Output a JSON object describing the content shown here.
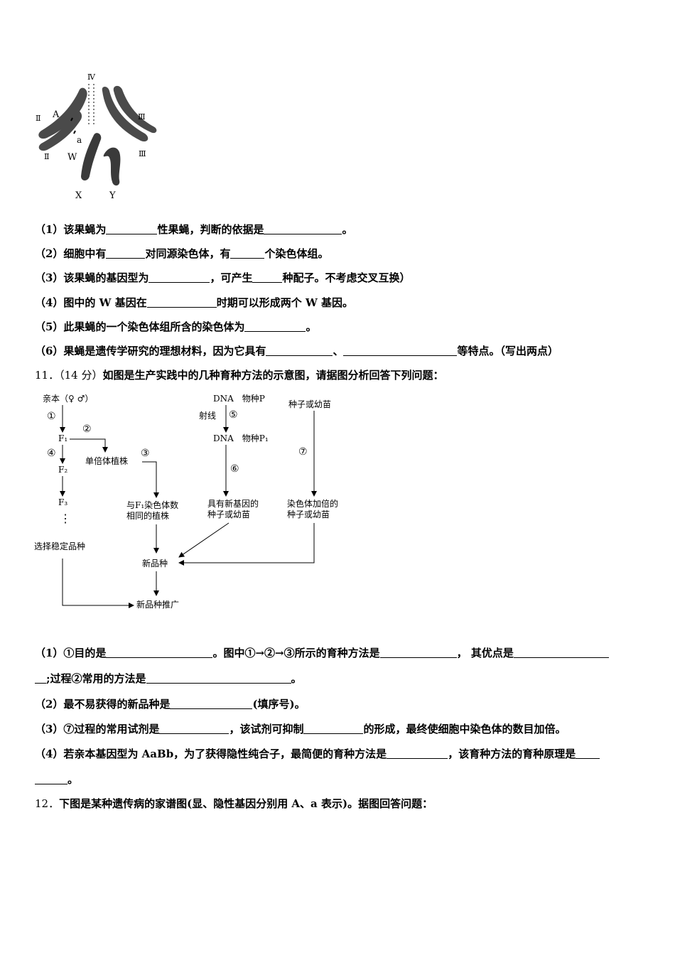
{
  "chromosome_figure": {
    "labels": {
      "iv": "Ⅳ",
      "ii_top": "Ⅱ",
      "a_upper": "A",
      "iii_top": "Ⅲ",
      "a_lower": "a",
      "ii_bottom": "Ⅱ",
      "w": "W",
      "iii_bottom": "Ⅲ",
      "x": "X",
      "y": "Y"
    }
  },
  "q10": {
    "s1": {
      "a": "（1）该果蝇为",
      "b": "性果蝇，判断的依据是",
      "c": "。"
    },
    "s2": {
      "a": "（2）细胞中有",
      "b": "对同源染色体，有",
      "c": "个染色体组。"
    },
    "s3": {
      "a": "（3）该果蝇的基因型为",
      "b": "，可产生",
      "c": "种配子。不考虑交叉互换）"
    },
    "s4": {
      "a": "（4）图中的 W 基因在",
      "b": "时期可以形成两个 W 基因。"
    },
    "s5": {
      "a": "（5）此果蝇的一个染色体组所含的染色体为",
      "b": "。"
    },
    "s6": {
      "a": "（6）果蝇是遗传学研究的理想材料，因为它具有",
      "b": "、",
      "c": "等特点。（写出两点）"
    }
  },
  "q11": {
    "number": "11．（14 分）",
    "stem": "如图是生产实践中的几种育种方法的示意图，请据图分析回答下列问题：",
    "diagram": {
      "parent": "亲本（♀ ♂）",
      "c1": "①",
      "c2": "②",
      "c3": "③",
      "c4": "④",
      "c5": "⑤",
      "c6": "⑥",
      "c7": "⑦",
      "f1": "F₁",
      "f2": "F₂",
      "f3": "F₃",
      "dots": "⋮",
      "haploid": "单倍体植株",
      "same_as_f1": "与F₁染色体数\n相同的植株",
      "select_stable": "选择稳定品种",
      "new_variety": "新品种",
      "promote": "新品种推广",
      "dna_p": "DNA　物种P",
      "ray": "射线",
      "dna_p1": "DNA　物种P₁",
      "new_gene": "具有新基因的\n种子或幼苗",
      "seed": "种子或幼苗",
      "doubled": "染色体加倍的\n种子或幼苗"
    },
    "s1": {
      "a": "（1）①目的是",
      "b": "。图中①→②→③所示的育种方法是",
      "c": "，  其优点是",
      "d": ";过程②常用的方法是",
      "e": "。"
    },
    "s2": {
      "a": "（2）最不易获得的新品种是",
      "b": "(填序号)。"
    },
    "s3": {
      "a": "（3）⑦过程的常用试剂是",
      "b": "，该试剂可抑制",
      "c": "的形成，最终使细胞中染色体的数目加倍。"
    },
    "s4": {
      "a": "（4）若亲本基因型为 AaBb，为了获得隐性纯合子，最简便的育种方法是",
      "b": "，该育种方法的育种原理是",
      "c": "。"
    }
  },
  "q12": {
    "number": "12．",
    "stem": "下图是某种遗传病的家谱图(显、隐性基因分别用 A、a 表示)。据图回答问题："
  }
}
